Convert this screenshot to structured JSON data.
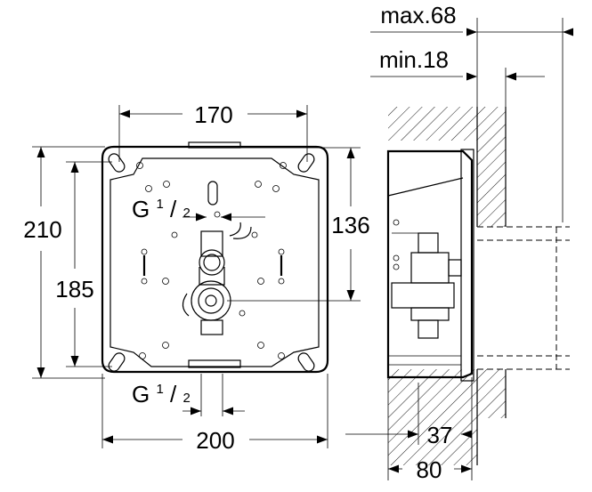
{
  "dimensions": {
    "max_depth": "max.68",
    "min_depth": "min.18",
    "top_hole_spacing": "170",
    "overall_height": "210",
    "inner_height": "185",
    "side_height": "136",
    "overall_width": "200",
    "side_width_small": "37",
    "side_width_total": "80"
  },
  "connections": {
    "upper_thread": {
      "letter": "G",
      "numerator": "1",
      "slash": "/",
      "denominator": "2"
    },
    "lower_thread": {
      "letter": "G",
      "numerator": "1",
      "slash": "/",
      "denominator": "2"
    }
  }
}
